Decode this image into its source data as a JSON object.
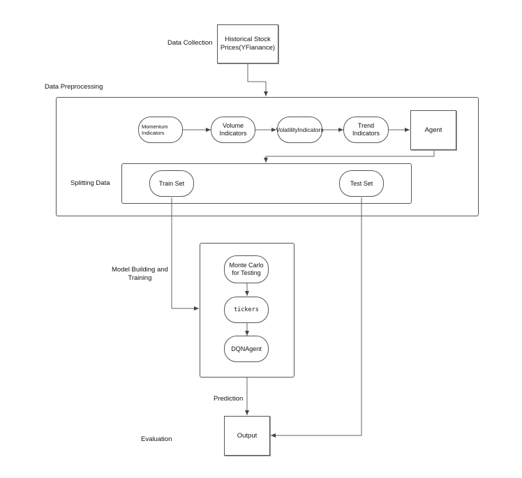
{
  "labels": {
    "data_collection": "Data Collection",
    "data_preprocessing": "Data Preprocessing",
    "splitting_data": "Splitting Data",
    "model_building": "Model Building and\nTraining",
    "prediction": "Prediction",
    "evaluation": "Evaluation"
  },
  "nodes": {
    "historical_stock_prices": "Historical Stock\nPrices(YFianance)",
    "momentum_indicators": "Momentum\nIndicators",
    "volume_indicators": "Volume Indicators",
    "volatility_indicators": "VolatilityIndicators",
    "trend_indicators": "Trend Indicators",
    "agent": "Agent",
    "train_set": "Train Set",
    "test_set": "Test Set",
    "monte_carlo": "Monte Carlo\nfor Testing",
    "tickers": "tickers",
    "dqn_agent": "DQNAgent",
    "output": "Output"
  },
  "colors": {
    "stroke": "#555555",
    "background": "#ffffff",
    "text": "#111111"
  }
}
